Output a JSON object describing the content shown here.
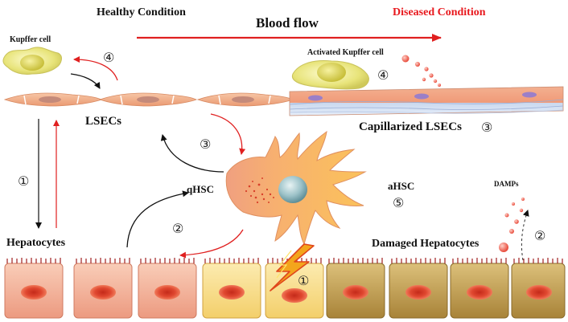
{
  "header": {
    "healthy": "Healthy Condition",
    "flow": "Blood flow",
    "diseased": "Diseased Condition"
  },
  "labels": {
    "kupffer": "Kupffer cell",
    "activated_kupffer": "Activated  Kupffer cell",
    "lsecs": "LSECs",
    "capillarized": "Capillarized LSECs",
    "qhsc": "qHSC",
    "ahsc": "aHSC",
    "hepatocytes": "Hepatocytes",
    "damaged": "Damaged Hepatocytes",
    "damps": "DAMPs"
  },
  "markers": {
    "kupffer_loop": "④",
    "activated_kupffer": "④",
    "capillarized": "③",
    "hsc_lsec": "③",
    "hepatocyte_lsec": "①",
    "hepatocyte_hsc": "②",
    "damps": "②",
    "ahsc": "⑤",
    "injury": "①"
  },
  "colors": {
    "diseased_text": "#e8191e",
    "arrow_red": "#e02020",
    "arrow_black": "#111111",
    "lsec_fill": "#f2b08c",
    "kupffer_fill": "#e6e47a",
    "hsc_fill": "#f8b85c",
    "hepatocyte_healthy": "#f5b29a",
    "hepatocyte_damaged": "#c9a55a",
    "nucleus": "#e04830",
    "hsc_nucleus": "#8fb8bf"
  },
  "icons": {
    "injury": "lightning-bolt-icon"
  }
}
